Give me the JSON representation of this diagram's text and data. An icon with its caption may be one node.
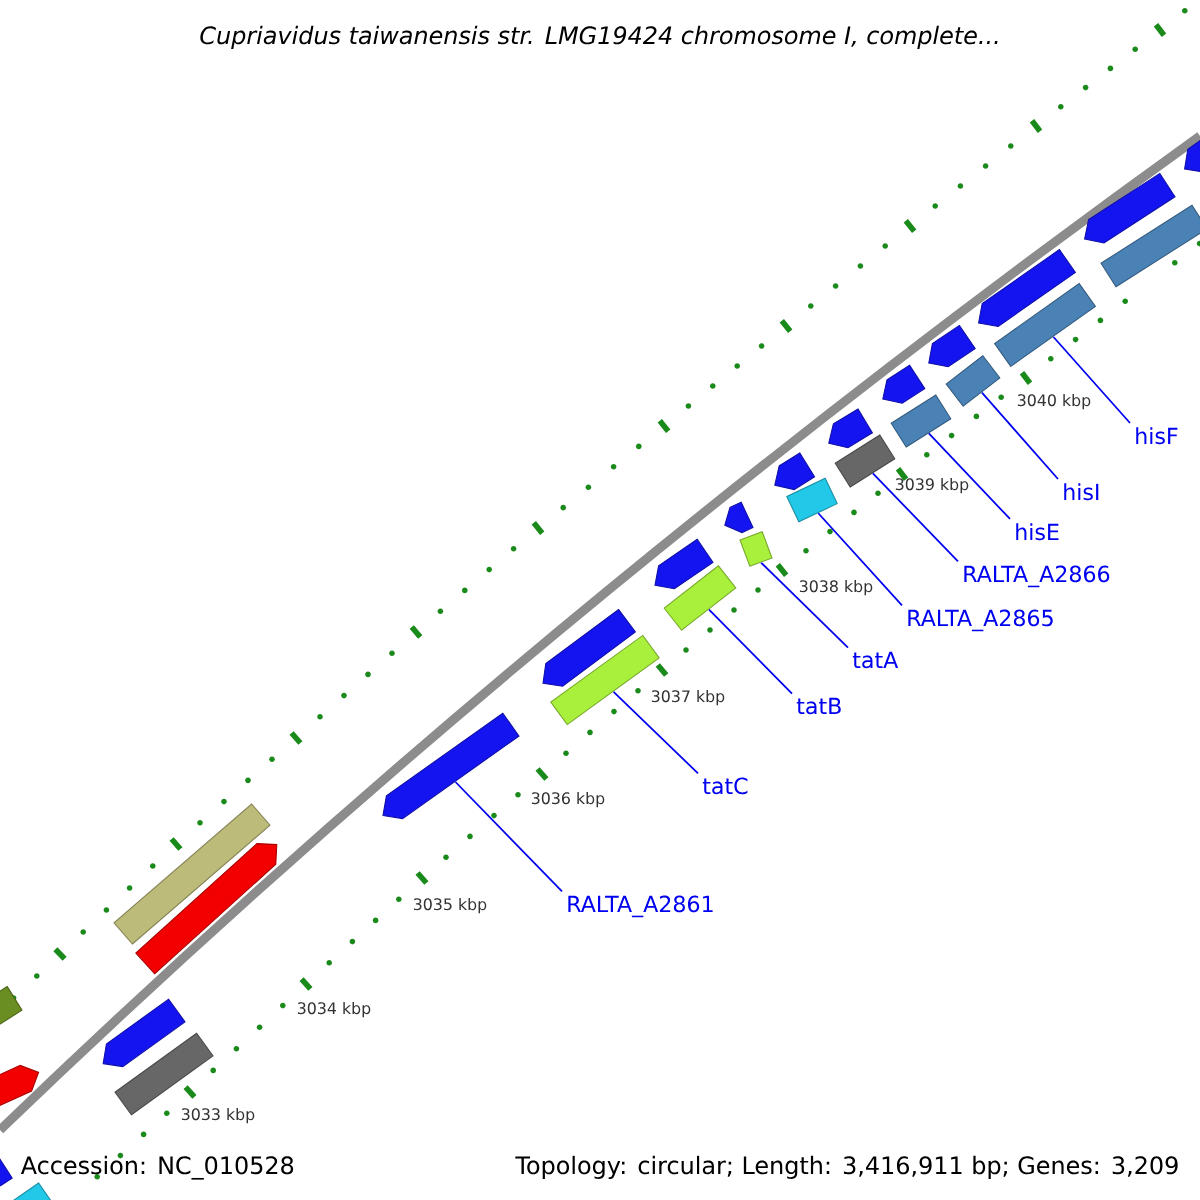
{
  "diagram": {
    "title": "Cupriavidus taiwanensis str. LMG19424 chromosome I, complete...",
    "nodes": [
      {
        "text": [
          "hisF"
        ]
      },
      {
        "text": [
          "hisI"
        ]
      },
      {
        "text": [
          "hisE"
        ]
      },
      {
        "text": [
          "RALTA_A2866"
        ]
      },
      {
        "text": [
          "RALTA_A2865"
        ]
      },
      {
        "text": [
          "tatA"
        ]
      },
      {
        "text": [
          "tatB"
        ]
      },
      {
        "text": [
          "tatC"
        ]
      },
      {
        "text": [
          "RALTA_A2861"
        ]
      },
      {
        "text": [],
        "shape": "bar"
      },
      {
        "text": [],
        "shape": "bar"
      },
      {
        "text": [],
        "shape": "bar"
      },
      {
        "text": [],
        "shape": "bar"
      },
      {
        "text": [],
        "shape": "bar"
      },
      {
        "text": [],
        "shape": "bar"
      },
      {
        "text": [],
        "shape": "bar"
      },
      {
        "text": [],
        "shape": "bar"
      },
      {
        "text": [],
        "shape": "arrow"
      },
      {
        "text": [],
        "shape": "bar"
      },
      {
        "text": [],
        "shape": "arrow"
      },
      {
        "text": [],
        "shape": "arrow"
      },
      {
        "text": [],
        "shape": "bar"
      },
      {
        "text": [],
        "shape": "arrow"
      },
      {
        "text": [],
        "shape": "bar"
      },
      {
        "text": [],
        "shape": "bar"
      },
      {
        "text": [],
        "shape": "arrow"
      },
      {
        "text": [],
        "shape": "arrow"
      },
      {
        "text": [],
        "shape": "arrow"
      },
      {
        "text": [],
        "shape": "arrow"
      },
      {
        "text": [],
        "shape": "arrow"
      },
      {
        "text": [],
        "shape": "arrow"
      },
      {
        "text": [],
        "shape": "arrow"
      },
      {
        "text": [],
        "shape": "arrow"
      },
      {
        "text": [],
        "shape": "arrow"
      },
      {
        "text": [],
        "shape": "arrow"
      },
      {
        "text": [],
        "shape": "bar"
      },
      {
        "text": [],
        "shape": "arrow"
      }
    ],
    "edges": [
      {
        "from": 0,
        "to": 9,
        "arrow": "none"
      },
      {
        "from": 1,
        "to": 10,
        "arrow": "none"
      },
      {
        "from": 2,
        "to": 11,
        "arrow": "none"
      },
      {
        "from": 3,
        "to": 12,
        "arrow": "none"
      },
      {
        "from": 4,
        "to": 13,
        "arrow": "none"
      },
      {
        "from": 5,
        "to": 14,
        "arrow": "none"
      },
      {
        "from": 6,
        "to": 15,
        "arrow": "none"
      },
      {
        "from": 7,
        "to": 16,
        "arrow": "none"
      },
      {
        "from": 8,
        "to": 17,
        "arrow": "none"
      }
    ],
    "labels": [
      "3040 kbp",
      "3039 kbp",
      "3038 kbp",
      "3037 kbp",
      "3036 kbp",
      "3035 kbp",
      "3034 kbp",
      "3033 kbp",
      "Accession: NC_010528",
      "Topology: circular; Length: 3,416,911 bp; Genes: 3,209"
    ]
  }
}
